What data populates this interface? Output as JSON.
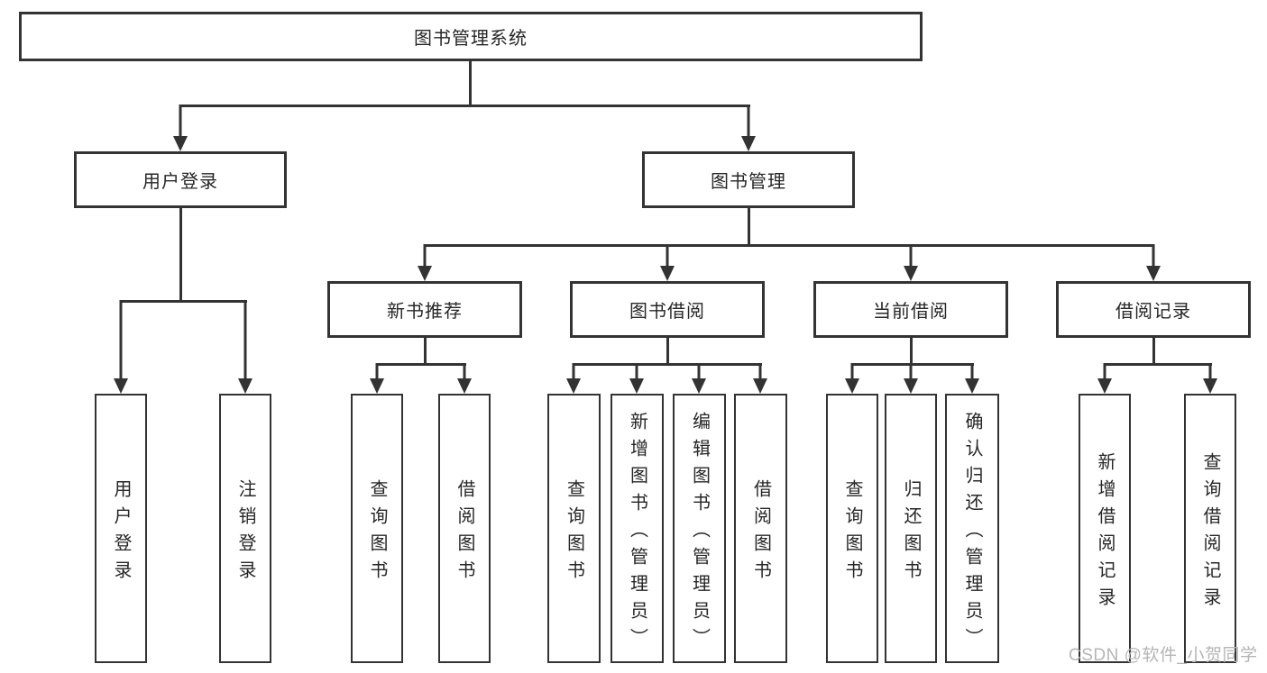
{
  "diagram": {
    "type": "hierarchy-diagram",
    "colors": {
      "line": "#333333",
      "box_border": "#333333",
      "box_fill": "#ffffff",
      "text": "#262626",
      "background": "#ffffff",
      "watermark": "#b5b5b5"
    },
    "tree": {
      "label": "图书管理系统",
      "children": [
        {
          "label": "用户登录",
          "children": [
            {
              "label": "用户登录"
            },
            {
              "label": "注销登录"
            }
          ]
        },
        {
          "label": "图书管理",
          "children": [
            {
              "label": "新书推荐",
              "children": [
                {
                  "label": "查询图书"
                },
                {
                  "label": "借阅图书"
                }
              ]
            },
            {
              "label": "图书借阅",
              "children": [
                {
                  "label": "查询图书"
                },
                {
                  "label": "新增图书（管理员）"
                },
                {
                  "label": "编辑图书（管理员）"
                },
                {
                  "label": "借阅图书"
                }
              ]
            },
            {
              "label": "当前借阅",
              "children": [
                {
                  "label": "查询图书"
                },
                {
                  "label": "归还图书"
                },
                {
                  "label": "确认归还（管理员）"
                }
              ]
            },
            {
              "label": "借阅记录",
              "children": [
                {
                  "label": "新增借阅记录"
                },
                {
                  "label": "查询借阅记录"
                }
              ]
            }
          ]
        }
      ]
    },
    "watermark": {
      "text": "CSDN @软件_小贺同学"
    }
  }
}
